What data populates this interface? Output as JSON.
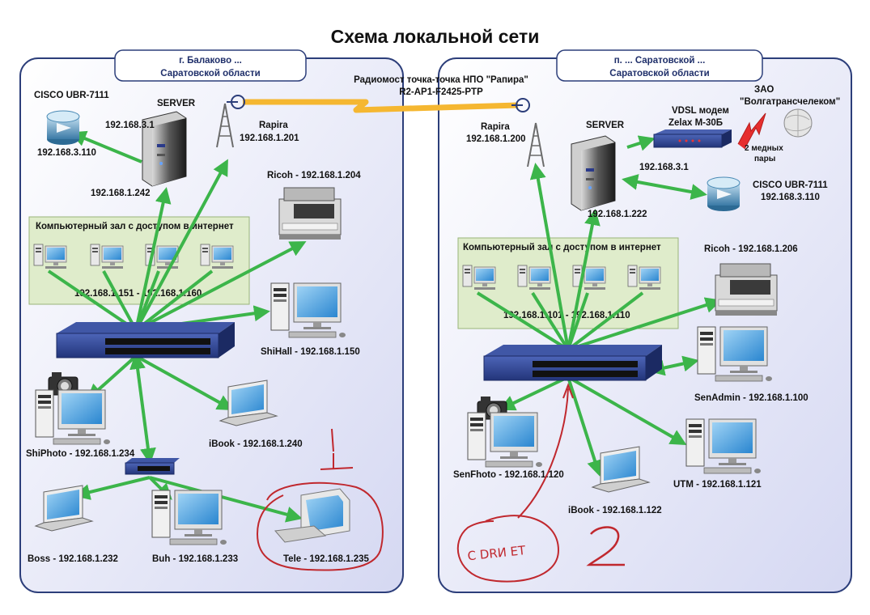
{
  "title": "Схема локальной сети",
  "colors": {
    "link": "#3cb54a",
    "radio": "#f5b731",
    "panel_border": "#2c3e7a",
    "room_fill": "#dfeccb",
    "hand": "#c0282e"
  },
  "radio_link": {
    "line1": "Радиомост точка-точка НПО \"Рапира\"",
    "line2": "R2-AP1-F2425-PTP"
  },
  "left": {
    "header": {
      "line1": "г. Балаково ...",
      "line2": "Саратовской области"
    },
    "cisco": {
      "name": "CISCO UBR-7111",
      "ip": "192.168.3.110"
    },
    "server": {
      "name": "SERVER",
      "ip_top": "192.168.3.1",
      "ip_bottom": "192.168.1.242"
    },
    "rapira": {
      "name": "Rapira",
      "ip": "192.168.1.201"
    },
    "ricoh": "Ricoh - 192.168.1.204",
    "room": {
      "title": "Компьютерный зал с доступом в интернет",
      "range": "192.168.1.151 - 192.168.1.160"
    },
    "shihall": "ShiHall - 192.168.1.150",
    "ibook": "iBook - 192.168.1.240",
    "shiphoto": "ShiPhoto - 192.168.1.234",
    "boss": "Boss - 192.168.1.232",
    "buh": "Buh - 192.168.1.233",
    "tele": "Tele - 192.168.1.235",
    "hand_number": "1"
  },
  "right": {
    "header": {
      "line1": "п. ... Саратовской ...",
      "line2": "Саратовской области"
    },
    "rapira": {
      "name": "Rapira",
      "ip": "192.168.1.200"
    },
    "server": {
      "name": "SERVER",
      "ip_top": "192.168.3.1",
      "ip_bottom": "192.168.1.222"
    },
    "modem": {
      "line1": "VDSL модем",
      "line2": "Zelax M-30Б"
    },
    "zao": {
      "line1": "ЗАО",
      "line2": "\"Волгатрансчелеком\""
    },
    "pairs": {
      "line1": "2 медных",
      "line2": "пары"
    },
    "cisco": {
      "name": "CISCO UBR-7111",
      "ip": "192.168.3.110"
    },
    "ricoh": "Ricoh - 192.168.1.206",
    "room": {
      "title": "Компьютерный зал с доступом в интернет",
      "range": "192.168.1.101 - 192.168.1.110"
    },
    "senadmin": "SenAdmin - 192.168.1.100",
    "senfhoto": "SenFhoto - 192.168.1.120",
    "ibook": "iBook - 192.168.1.122",
    "utm": "UTM - 192.168.1.121",
    "hand_note": "C DRИ ET",
    "hand_number": "2"
  }
}
